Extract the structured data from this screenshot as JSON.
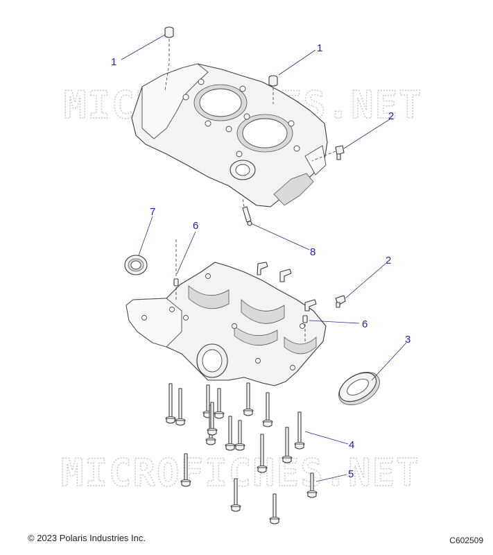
{
  "watermark": "MICROFICHES.NET",
  "copyright": "© 2023 Polaris Industries Inc.",
  "drawing_code": "C602509",
  "callouts": {
    "c1a": "1",
    "c1b": "1",
    "c2a": "2",
    "c2b": "2",
    "c3": "3",
    "c4": "4",
    "c5": "5",
    "c6a": "6",
    "c6b": "6",
    "c7": "7",
    "c8": "8"
  }
}
